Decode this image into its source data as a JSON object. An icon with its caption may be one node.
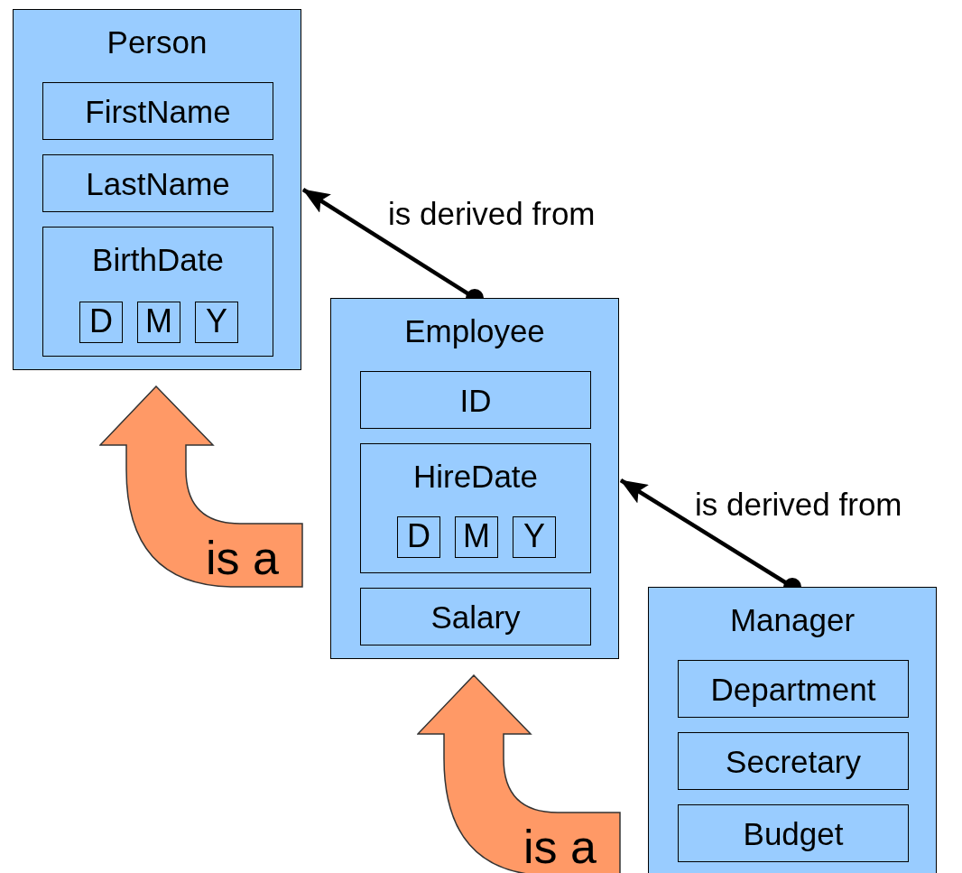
{
  "diagram": {
    "nodes": [
      {
        "text": [
          "Person"
        ]
      },
      {
        "text": [
          "FirstName"
        ],
        "in": 0
      },
      {
        "text": [
          "LastName"
        ],
        "in": 0
      },
      {
        "text": [
          "BirthDate"
        ],
        "in": 0
      },
      {
        "text": [
          "D"
        ],
        "in": 3
      },
      {
        "text": [
          "M"
        ],
        "in": 3
      },
      {
        "text": [
          "Y"
        ],
        "in": 3
      },
      {
        "text": [
          "Employee"
        ]
      },
      {
        "text": [
          "ID"
        ],
        "in": 7
      },
      {
        "text": [
          "HireDate"
        ],
        "in": 7
      },
      {
        "text": [
          "D"
        ],
        "in": 9
      },
      {
        "text": [
          "M"
        ],
        "in": 9
      },
      {
        "text": [
          "Y"
        ],
        "in": 9
      },
      {
        "text": [
          "Salary"
        ],
        "in": 7
      },
      {
        "text": [
          "Manager"
        ]
      },
      {
        "text": [
          "Department"
        ],
        "in": 14
      },
      {
        "text": [
          "Secretary"
        ],
        "in": 14
      },
      {
        "text": [
          "Budget"
        ],
        "in": 14
      },
      {
        "text": [
          "is a"
        ]
      },
      {
        "text": [
          "is a"
        ]
      }
    ],
    "edges": [
      {
        "from": 7,
        "to": 0,
        "arrow": "to",
        "label": "is derived from"
      },
      {
        "from": 14,
        "to": 7,
        "arrow": "to",
        "label": "is derived from"
      }
    ]
  }
}
